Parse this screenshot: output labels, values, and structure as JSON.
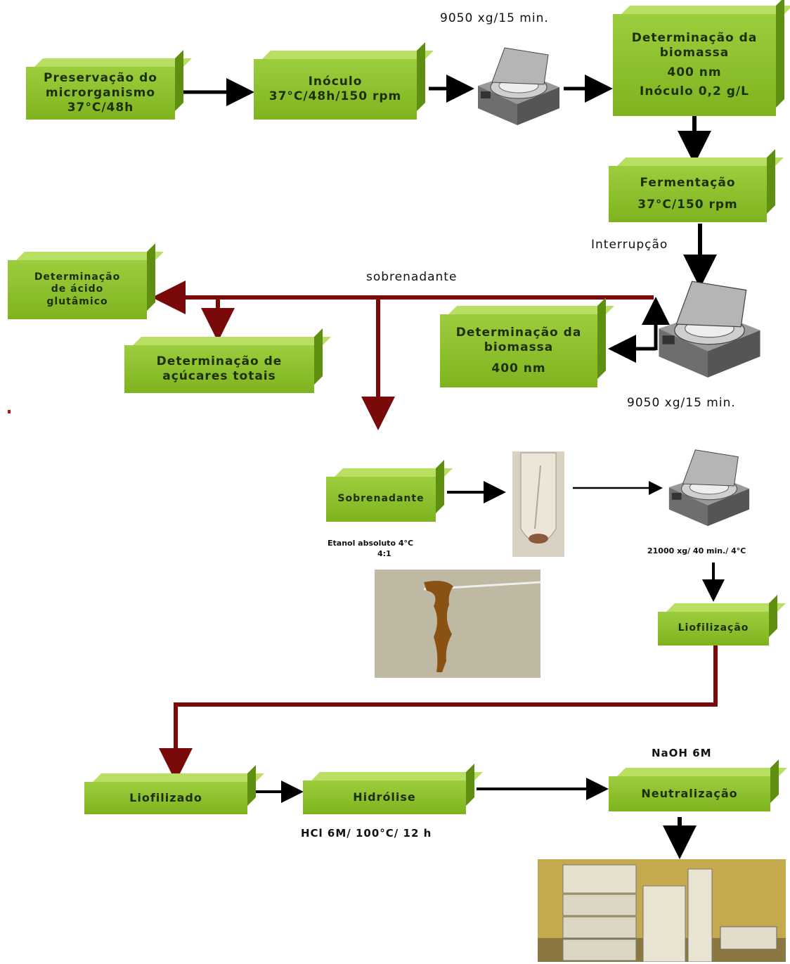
{
  "boxes": {
    "preservacao": {
      "l1": "Preservação do",
      "l2": "microrganismo",
      "l3": "37°C/48h"
    },
    "inoculo": {
      "l1": "Inóculo",
      "l2": "37°C/48h/150 rpm"
    },
    "biomassa1": {
      "l1": "Determinação da",
      "l2": "biomassa",
      "l3": "400 nm",
      "l4": "Inóculo 0,2 g/L"
    },
    "fermentacao": {
      "l1": "Fermentação",
      "l2": "37°C/150 rpm"
    },
    "acido": {
      "l1": "Determinação",
      "l2": "de ácido",
      "l3": "glutâmico"
    },
    "acucares": {
      "l1": "Determinação de",
      "l2": "açúcares totais"
    },
    "biomassa2": {
      "l1": "Determinação da",
      "l2": "biomassa",
      "l3": "400 nm"
    },
    "sobrenadante": {
      "l1": "Sobrenadante"
    },
    "liofilizacao": {
      "l1": "Liofilização"
    },
    "liofilizado": {
      "l1": "Liofilizado"
    },
    "hidrolise": {
      "l1": "Hidrólise"
    },
    "neutralizacao": {
      "l1": "Neutralização"
    }
  },
  "labels": {
    "centrifuge1": "9050 xg/15 min.",
    "interrupcao": "Interrupção",
    "sobrenadante": "sobrenadante",
    "centrifuge2": "9050 xg/15 min.",
    "etanol1": "Etanol absoluto 4°C",
    "etanol2": "4:1",
    "centrifuge3": "21000 xg/ 40 min./ 4°C",
    "naoh": "NaOH 6M",
    "hcl": "HCl 6M/ 100°C/ 12 h"
  },
  "colors": {
    "box": "#8bbf2a",
    "arrow_black": "#000000",
    "arrow_red": "#7a0a0a"
  },
  "icons": [
    "centrifuge-icon",
    "test-tube-icon",
    "gel-photo-icon",
    "hplc-equipment-icon"
  ]
}
